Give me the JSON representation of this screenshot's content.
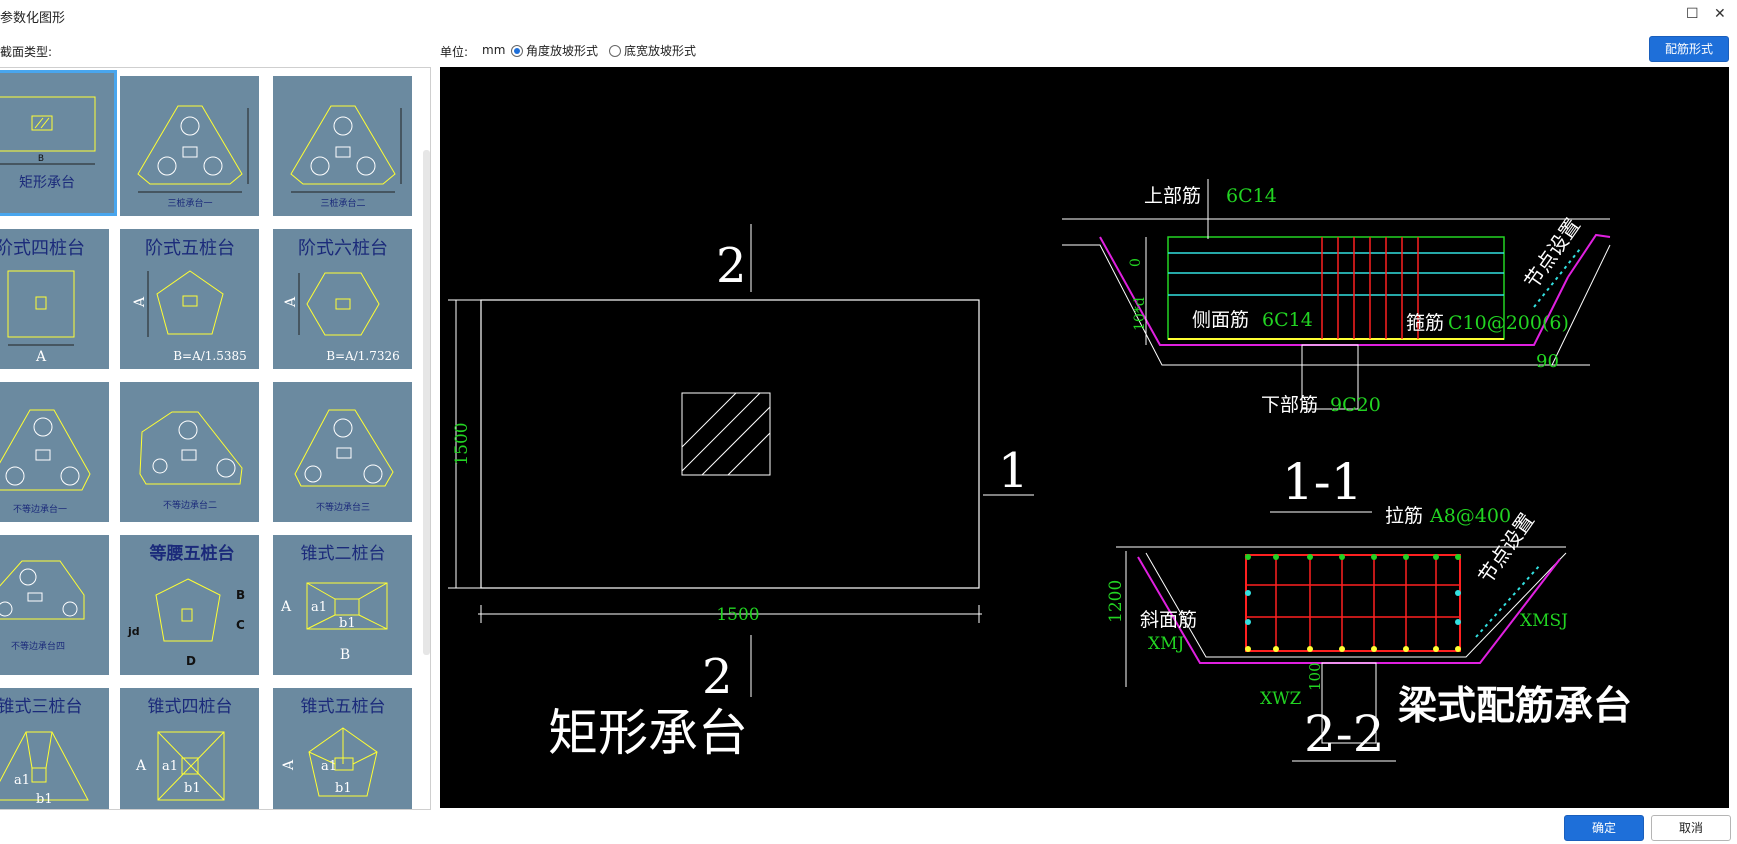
{
  "window": {
    "title": "参数化图形",
    "maximize_glyph": "☐",
    "close_glyph": "✕"
  },
  "toolbar": {
    "section_type_label": "截面类型:",
    "unit_label": "单位:",
    "unit_value": "mm",
    "radio_angle": "角度放坡形式",
    "radio_bottom": "底宽放坡形式",
    "rebar_button": "配筋形式"
  },
  "gallery": {
    "items": [
      {
        "caption": "矩形承台"
      },
      {
        "caption": "三桩承台一"
      },
      {
        "caption": "三桩承台二"
      },
      {
        "caption": "阶式四桩台"
      },
      {
        "caption": "阶式五桩台"
      },
      {
        "caption": "阶式六桩台"
      },
      {
        "caption": "不等边承台一"
      },
      {
        "caption": "不等边承台二"
      },
      {
        "caption": "不等边承台三"
      },
      {
        "caption": "不等边承台四"
      },
      {
        "caption": "等腰五桩台"
      },
      {
        "caption": "锥式二桩台"
      },
      {
        "caption": "锥式三桩台"
      },
      {
        "caption": "锥式四桩台"
      },
      {
        "caption": "锥式五桩台"
      }
    ],
    "labels": {
      "b": "B",
      "a": "A",
      "a1": "a1",
      "b1": "b1",
      "c": "C",
      "d": "D",
      "jd": "jd",
      "ratio5": "B=A/1.5385",
      "ratio6": "B=A/1.7326"
    }
  },
  "drawing": {
    "main_title": "矩形承台",
    "dim_width": "1500",
    "dim_height": "1500",
    "sec2_top": "2",
    "sec2_bottom": "2",
    "sec1_label": "1",
    "s1": {
      "title": "1-1",
      "top_bar_label": "上部筋",
      "top_bar_value": "6C14",
      "side_bar_label": "侧面筋",
      "side_bar_value": "6C14",
      "stirrup_label": "箍筋",
      "stirrup_value": "C10@200(6)",
      "bottom_bar_label": "下部筋",
      "bottom_bar_value": "9C20",
      "node_setting": "节点设置",
      "zero": "0",
      "ld": "10*d",
      "angle": "90"
    },
    "s2": {
      "title": "2-2",
      "subtitle": "梁式配筋承台",
      "tie_label": "拉筋",
      "tie_value": "A8@400",
      "node_setting": "节点设置",
      "slope_bar_label": "斜面筋",
      "xmj": "XMJ",
      "xmsj": "XMSJ",
      "xwz": "XWZ",
      "height": "1200",
      "cover": "100"
    }
  },
  "footer": {
    "ok": "确定",
    "cancel": "取消"
  },
  "colors": {
    "accent": "#1e6fd9",
    "thumb_bg": "#6b8aa0",
    "cad_green": "#22d422",
    "cad_yellow": "#ffff33",
    "cad_magenta": "#e020e0",
    "cad_cyan": "#33e0e0",
    "cad_red": "#ff2020"
  }
}
